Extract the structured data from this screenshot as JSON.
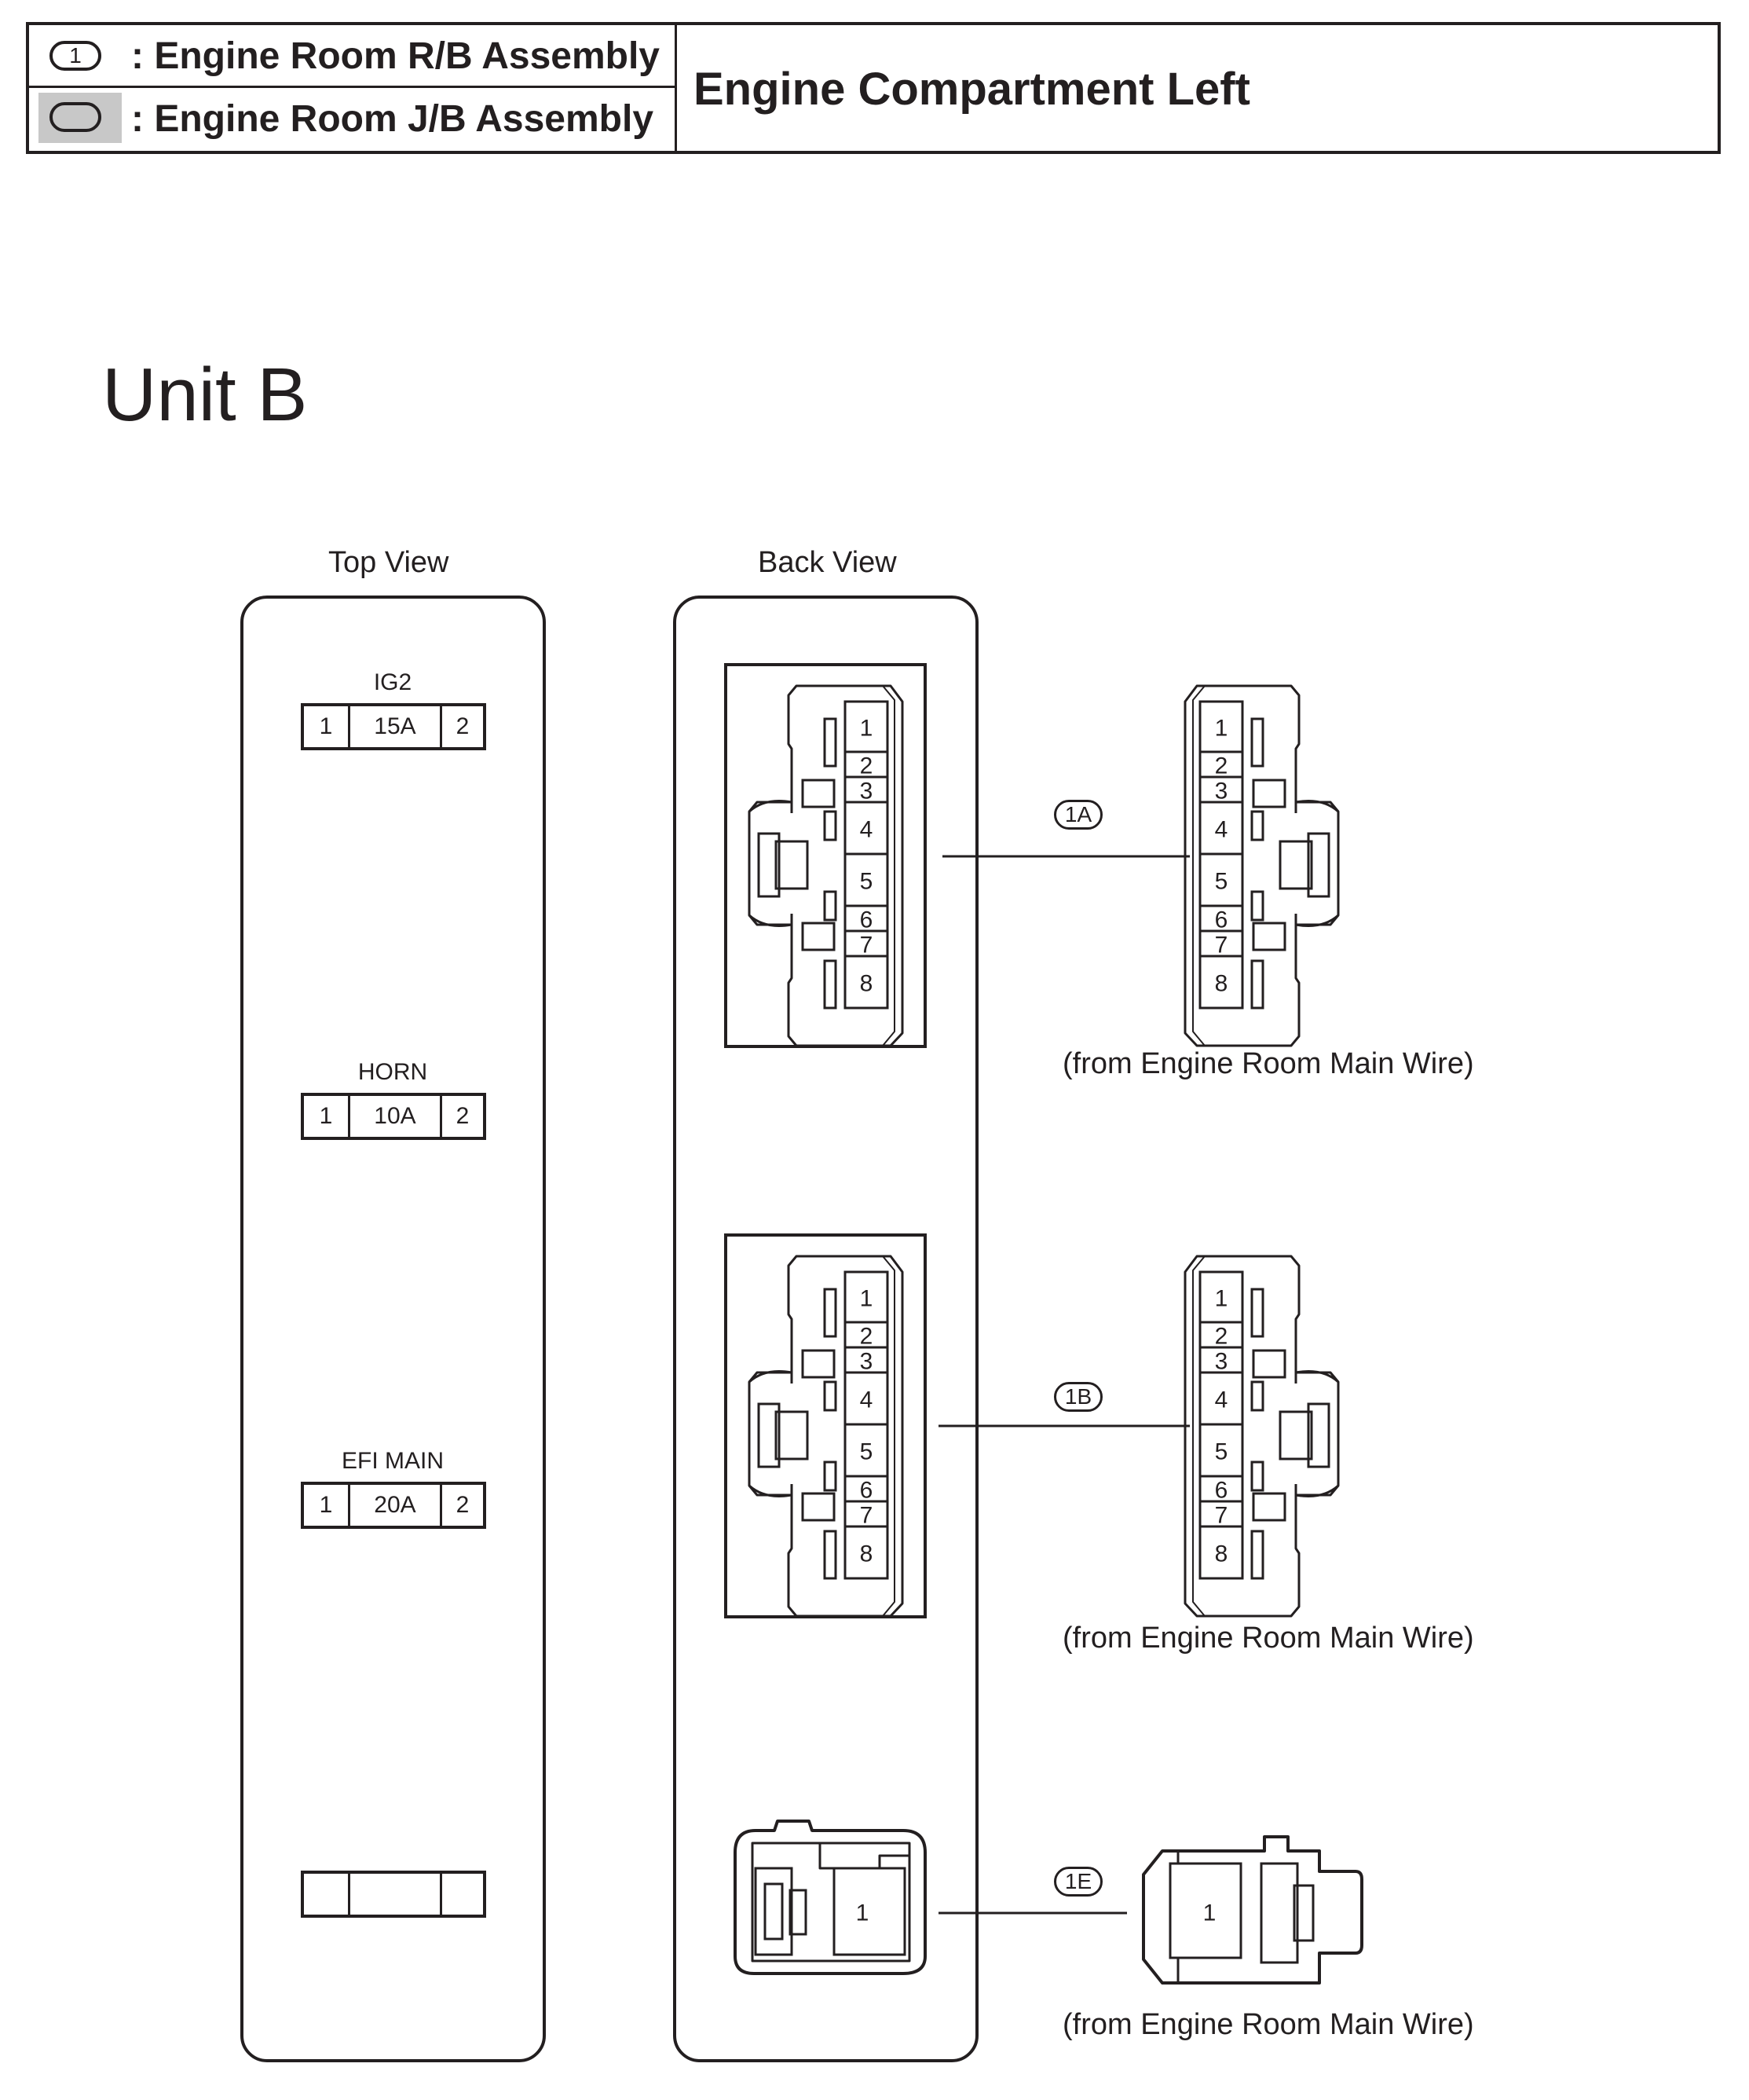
{
  "header": {
    "legend": [
      {
        "badge": "1",
        "text": ": Engine Room R/B Assembly",
        "shaded": false
      },
      {
        "badge": "",
        "text": ": Engine Room J/B Assembly",
        "shaded": true
      }
    ],
    "title": "Engine Compartment Left"
  },
  "unit_title": "Unit B",
  "top_view": {
    "label": "Top View",
    "fuses": [
      {
        "name": "IG2",
        "pin_left": "1",
        "rating": "15A",
        "pin_right": "2"
      },
      {
        "name": "HORN",
        "pin_left": "1",
        "rating": "10A",
        "pin_right": "2"
      },
      {
        "name": "EFI MAIN",
        "pin_left": "1",
        "rating": "20A",
        "pin_right": "2"
      },
      {
        "name": "",
        "pin_left": "",
        "rating": "",
        "pin_right": ""
      }
    ]
  },
  "back_view": {
    "label": "Back View",
    "connectors": [
      {
        "tag": "1A",
        "pins": [
          "1",
          "2",
          "3",
          "4",
          "5",
          "6",
          "7",
          "8"
        ],
        "source": "(from Engine Room Main Wire)"
      },
      {
        "tag": "1B",
        "pins": [
          "1",
          "2",
          "3",
          "4",
          "5",
          "6",
          "7",
          "8"
        ],
        "source": "(from Engine Room Main Wire)"
      },
      {
        "tag": "1E",
        "pins": [
          "1"
        ],
        "source": "(from Engine Room Main Wire)"
      }
    ]
  },
  "colors": {
    "line": "#231f20",
    "shade": "#c8c8c8",
    "background": "#ffffff"
  }
}
